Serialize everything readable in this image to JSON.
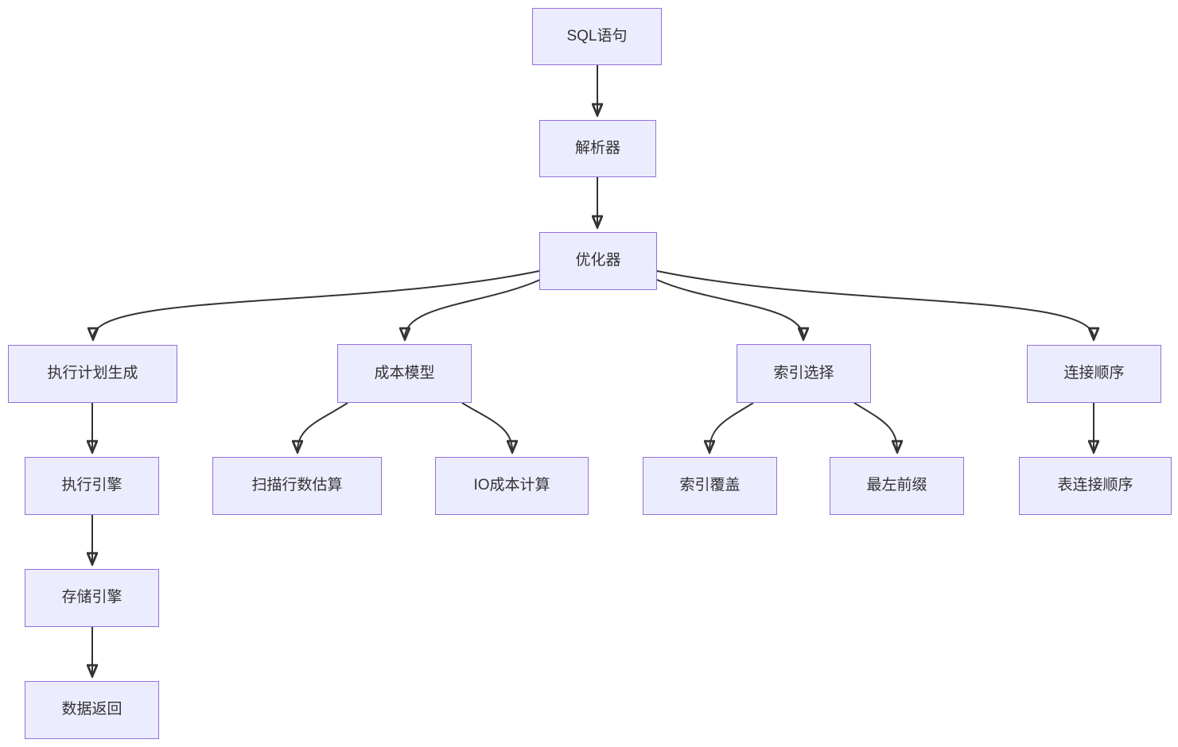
{
  "diagram": {
    "type": "flowchart",
    "direction": "top-down",
    "colors": {
      "node_fill": "#ECECFF",
      "node_border": "#9370DB",
      "edge_stroke": "#333333",
      "text": "#333333",
      "background": "#ffffff"
    },
    "nodes": {
      "sql": {
        "label": "SQL语句"
      },
      "parser": {
        "label": "解析器"
      },
      "optimizer": {
        "label": "优化器"
      },
      "plan_gen": {
        "label": "执行计划生成"
      },
      "cost_model": {
        "label": "成本模型"
      },
      "index_select": {
        "label": "索引选择"
      },
      "join_order": {
        "label": "连接顺序"
      },
      "exec_engine": {
        "label": "执行引擎"
      },
      "scan_rows": {
        "label": "扫描行数估算"
      },
      "io_cost": {
        "label": "IO成本计算"
      },
      "index_cover": {
        "label": "索引覆盖"
      },
      "leftmost_prefix": {
        "label": "最左前缀"
      },
      "table_join_order": {
        "label": "表连接顺序"
      },
      "storage_engine": {
        "label": "存储引擎"
      },
      "data_return": {
        "label": "数据返回"
      }
    },
    "edges": [
      {
        "from": "sql",
        "to": "parser"
      },
      {
        "from": "parser",
        "to": "optimizer"
      },
      {
        "from": "optimizer",
        "to": "plan_gen"
      },
      {
        "from": "optimizer",
        "to": "cost_model"
      },
      {
        "from": "optimizer",
        "to": "index_select"
      },
      {
        "from": "optimizer",
        "to": "join_order"
      },
      {
        "from": "plan_gen",
        "to": "exec_engine"
      },
      {
        "from": "exec_engine",
        "to": "storage_engine"
      },
      {
        "from": "storage_engine",
        "to": "data_return"
      },
      {
        "from": "cost_model",
        "to": "scan_rows"
      },
      {
        "from": "cost_model",
        "to": "io_cost"
      },
      {
        "from": "index_select",
        "to": "index_cover"
      },
      {
        "from": "index_select",
        "to": "leftmost_prefix"
      },
      {
        "from": "join_order",
        "to": "table_join_order"
      }
    ]
  }
}
